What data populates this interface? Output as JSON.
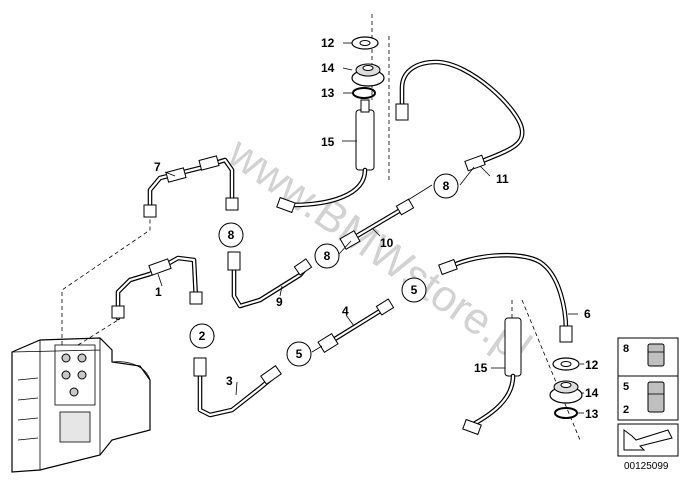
{
  "watermark": "www.BMWstore.pl",
  "doc_number": "00125099",
  "part_labels": {
    "p1": "1",
    "p2": "2",
    "p3": "3",
    "p4": "4",
    "p5": "5",
    "p6": "6",
    "p7": "7",
    "p8": "8",
    "p9": "9",
    "p10": "10",
    "p11": "11",
    "p12a": "12",
    "p12b": "12",
    "p13a": "13",
    "p13b": "13",
    "p14a": "14",
    "p14b": "14",
    "p15a": "15",
    "p15b": "15"
  },
  "circle_labels": {
    "c8a": "8",
    "c8b": "8",
    "c8c": "8",
    "c2": "2",
    "c5a": "5",
    "c5b": "5"
  },
  "legend": {
    "item_8": "8",
    "item_5": "5",
    "item_2": "2"
  }
}
